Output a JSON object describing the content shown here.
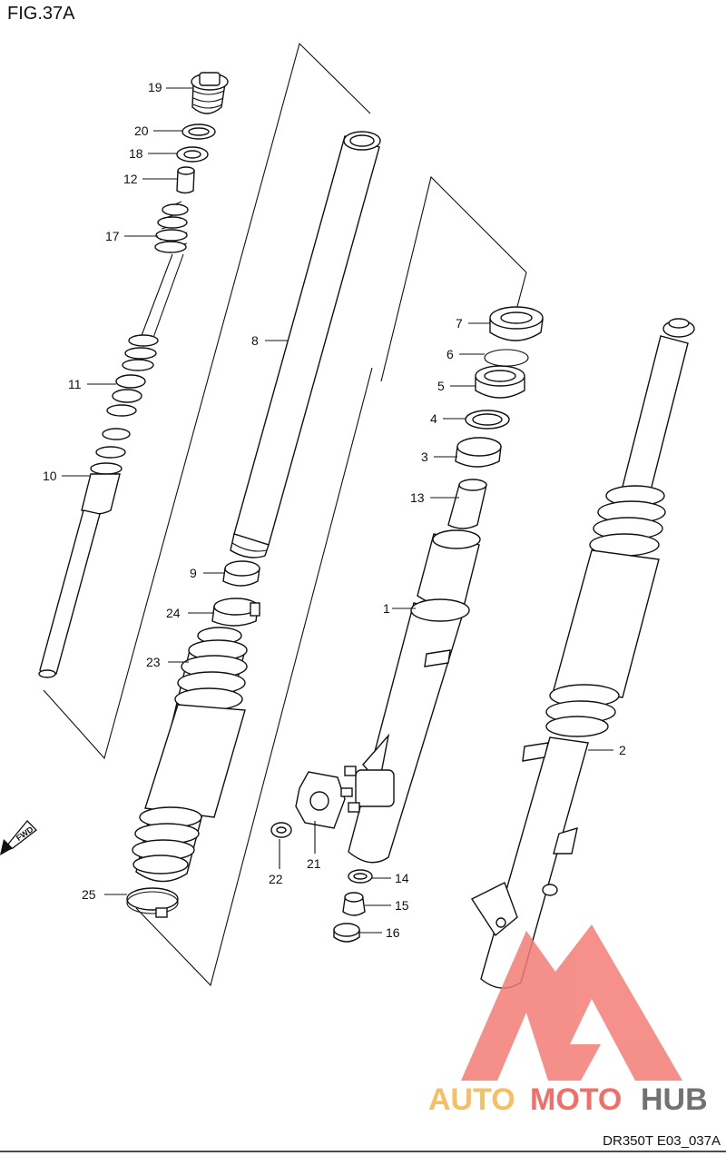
{
  "figure": {
    "title": "FIG.37A",
    "code": "DR350T E03_037A"
  },
  "fwd_label": "FWD",
  "watermark": {
    "brand_a": "AUTO",
    "brand_b": "MOTO",
    "brand_c": "HUB",
    "color_a": "#f5b44a",
    "color_b": "#f0554f",
    "color_c": "#5a5a5a"
  },
  "callouts": [
    "1",
    "2",
    "3",
    "4",
    "5",
    "6",
    "7",
    "8",
    "9",
    "10",
    "11",
    "12",
    "13",
    "14",
    "15",
    "16",
    "17",
    "18",
    "19",
    "20",
    "21",
    "22",
    "23",
    "24",
    "25"
  ]
}
